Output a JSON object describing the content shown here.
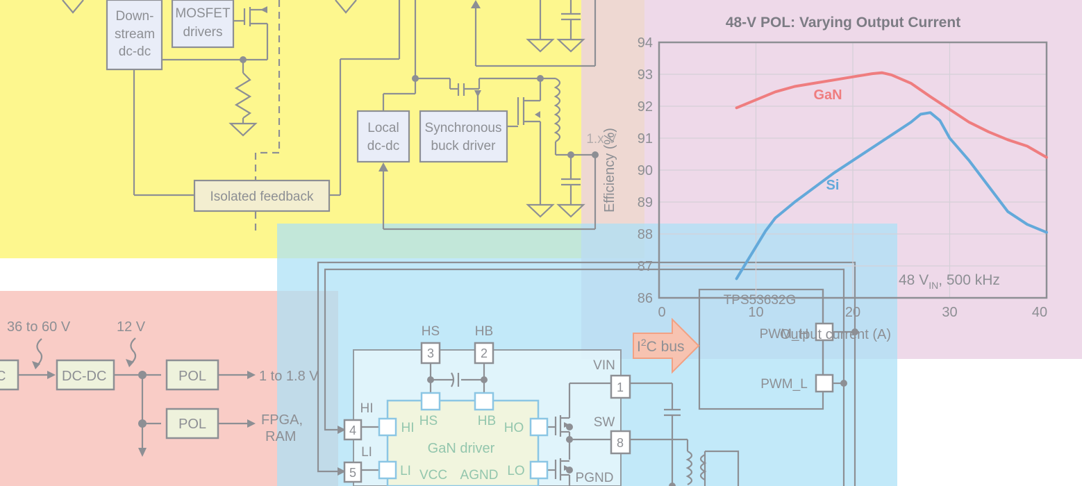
{
  "colors": {
    "yellow_panel": "#fdf78e",
    "pink_panel": "#ead0e4",
    "red_panel": "#f9ccc6",
    "blue_panel": "#aae1f7",
    "wire": "#8d8f94",
    "gan_curve": "#ef7d7f",
    "si_curve": "#63a9da",
    "block_fill": "#e9edf8"
  },
  "top_diagram": {
    "blocks": [
      "Down-",
      "stream",
      "dc-dc",
      "MOSFET",
      "drivers",
      "Local",
      "dc-dc",
      "Synchronous",
      "buck driver",
      "Isolated feedback"
    ],
    "output_label": "1.x V"
  },
  "left_diagram": {
    "input_voltage": "36 to 60 V",
    "bus_voltage": "12 V",
    "input_block": "C",
    "converter": "DC-DC",
    "pol_1": "POL",
    "pol_2": "POL",
    "output_1": "1 to 1.8 V",
    "output_2_line1": "FPGA,",
    "output_2_line2": "RAM"
  },
  "bottom_diagram": {
    "pins": {
      "hs": "HS",
      "hb": "HB",
      "hi": "HI",
      "li": "LI",
      "vin": "VIN",
      "sw": "SW",
      "pgnd": "PGND",
      "pwm_h": "PWM_H",
      "pwm_l": "PWM_L"
    },
    "pin_numbers": {
      "p3": "3",
      "p2": "2",
      "p4": "4",
      "p5": "5",
      "p1": "1",
      "p8": "8"
    },
    "driver": {
      "title": "GaN driver",
      "hs": "HS",
      "hb": "HB",
      "hi": "HI",
      "ho": "HO",
      "li": "LI",
      "vcc": "VCC",
      "agnd": "AGND",
      "lo": "LO"
    },
    "controller": "TPS53632G",
    "bus_label_prefix": "I",
    "bus_label_sup": "2",
    "bus_label_suffix": "C bus"
  },
  "chart_data": {
    "type": "line",
    "title": "48-V POL: Varying Output Current",
    "xlabel": "Output current (A)",
    "ylabel": "Efficiency (%)",
    "xlim": [
      0,
      40
    ],
    "ylim": [
      86,
      94
    ],
    "xticks": [
      "0",
      "10",
      "20",
      "30",
      "40"
    ],
    "yticks": [
      "86",
      "87",
      "88",
      "89",
      "90",
      "91",
      "92",
      "93",
      "94"
    ],
    "grid": true,
    "annotation": {
      "prefix": "48 V",
      "sub": "IN",
      "suffix": ", 500 kHz"
    },
    "series": [
      {
        "name": "GaN",
        "x": [
          8,
          10,
          12,
          14,
          16,
          18,
          20,
          22,
          23,
          24,
          26,
          28,
          30,
          32,
          34,
          36,
          38,
          40
        ],
        "y": [
          91.95,
          92.2,
          92.45,
          92.62,
          92.72,
          92.82,
          92.92,
          93.02,
          93.05,
          92.98,
          92.72,
          92.3,
          91.9,
          91.5,
          91.2,
          90.95,
          90.75,
          90.4
        ]
      },
      {
        "name": "Si",
        "x": [
          8,
          9,
          10,
          11,
          12,
          14,
          16,
          18,
          20,
          22,
          24,
          26,
          27,
          28,
          29,
          30,
          32,
          34,
          36,
          38,
          40
        ],
        "y": [
          86.6,
          87.1,
          87.6,
          88.1,
          88.5,
          89.0,
          89.45,
          89.9,
          90.3,
          90.7,
          91.1,
          91.5,
          91.75,
          91.8,
          91.55,
          91.0,
          90.3,
          89.5,
          88.7,
          88.3,
          88.05
        ]
      }
    ]
  }
}
